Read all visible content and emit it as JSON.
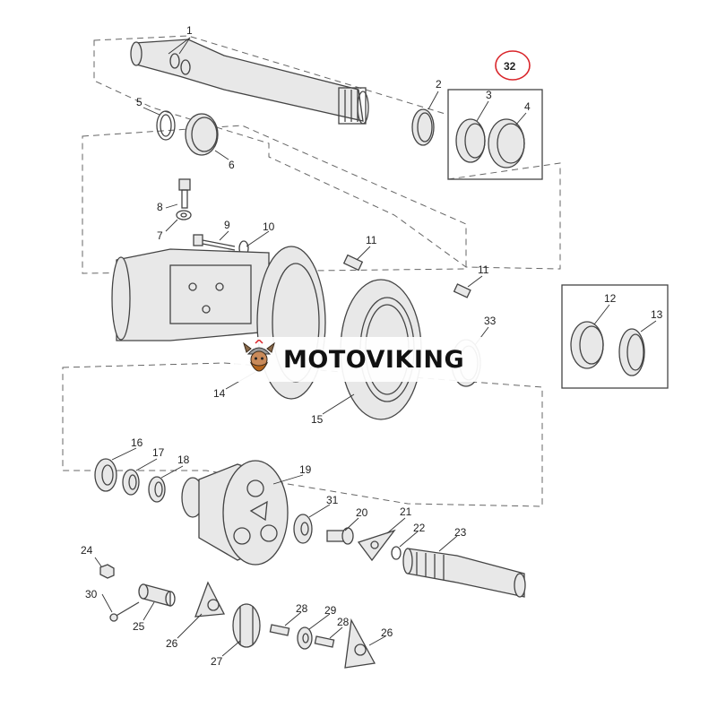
{
  "callouts": {
    "c1": "1",
    "c2": "2",
    "c3": "3",
    "c4": "4",
    "c5": "5",
    "c6": "6",
    "c7": "7",
    "c8": "8",
    "c9": "9",
    "c10": "10",
    "c11a": "11",
    "c11b": "11",
    "c12": "12",
    "c13": "13",
    "c14": "14",
    "c15": "15",
    "c16": "16",
    "c17": "17",
    "c18": "18",
    "c19": "19",
    "c20": "20",
    "c21": "21",
    "c22": "22",
    "c23": "23",
    "c24": "24",
    "c25": "25",
    "c26a": "26",
    "c26b": "26",
    "c27": "27",
    "c28a": "28",
    "c28b": "28",
    "c29": "29",
    "c30": "30",
    "c31": "31",
    "c32": "32",
    "c33": "33"
  },
  "watermark": {
    "text": "MOTOVIKING",
    "logo": "viking-head-logo"
  },
  "colors": {
    "highlight_ring": "#d9262b",
    "line": "#444444",
    "dash": "#666666"
  }
}
